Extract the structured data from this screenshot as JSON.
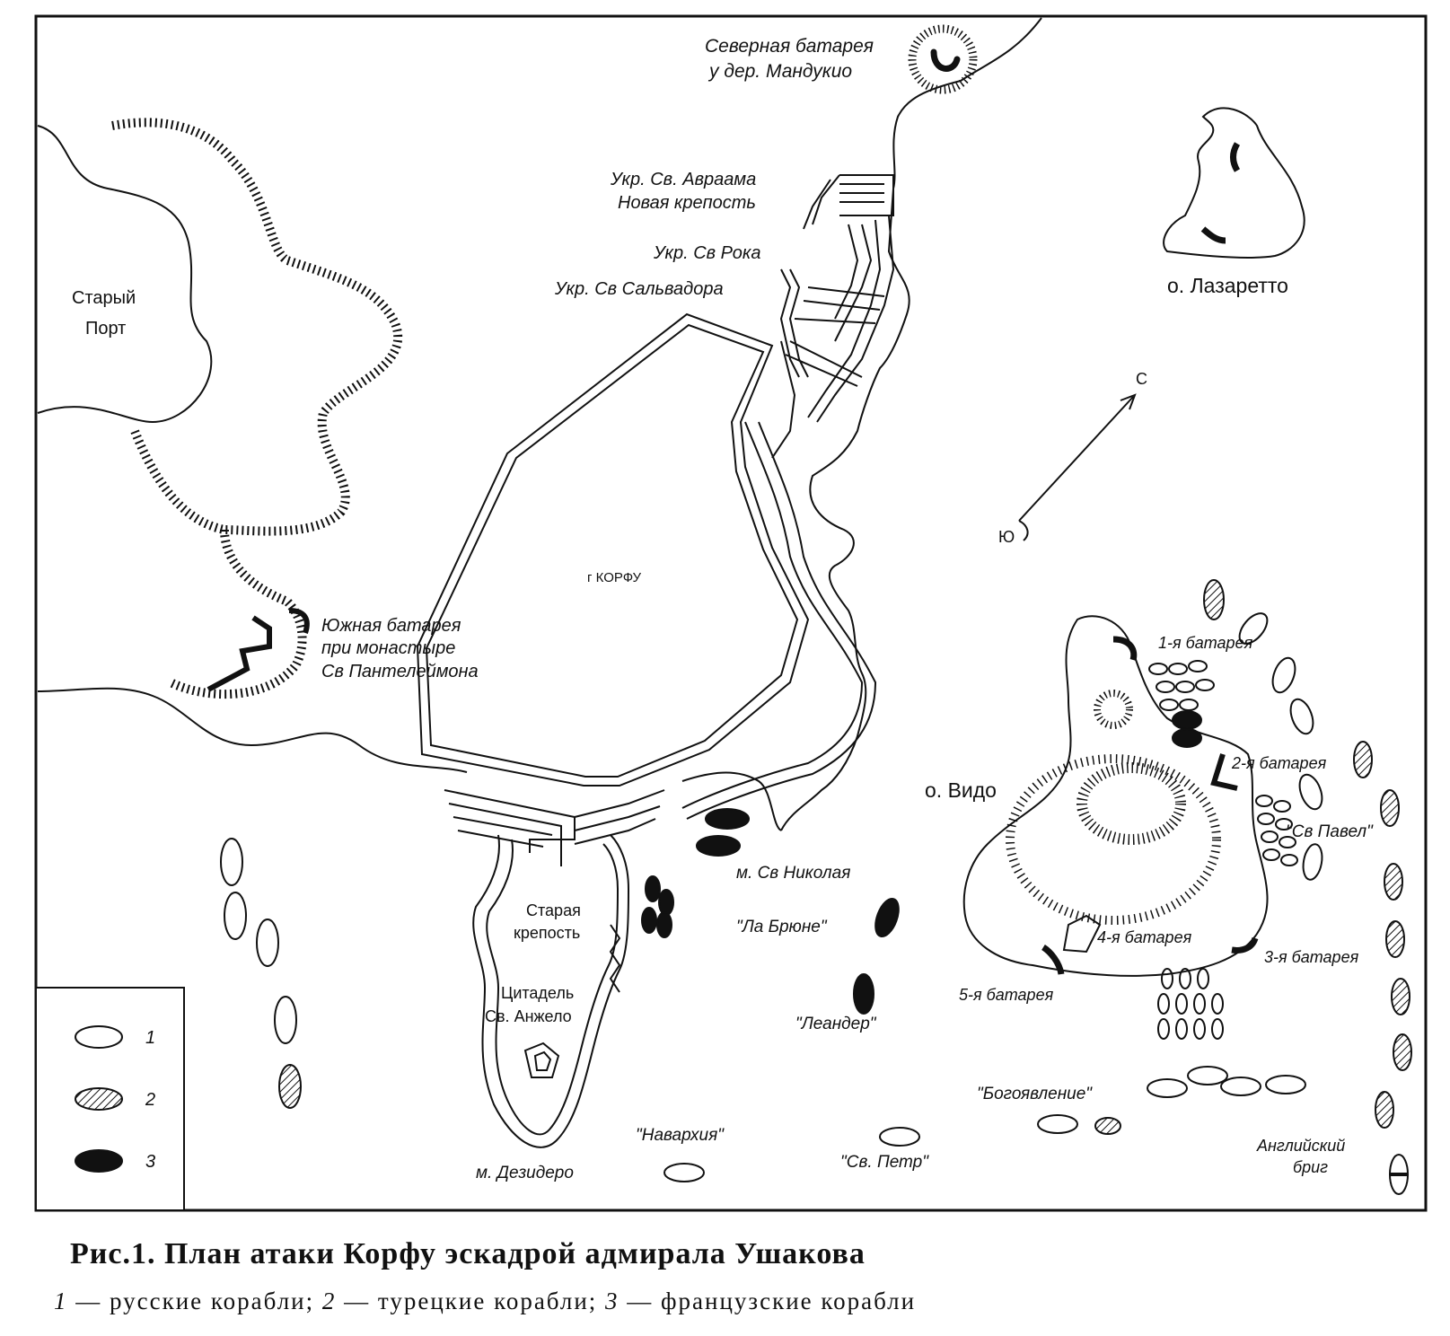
{
  "map": {
    "labels": {
      "north_battery_1": "Северная батарея",
      "north_battery_2": "у дер. Мандукио",
      "st_abraham_1": "Укр. Св. Авраама",
      "st_abraham_2": "Новая крепость",
      "st_rock": "Укр. Св Рока",
      "st_salvador": "Укр. Св Сальвадора",
      "old_port_1": "Старый",
      "old_port_2": "Порт",
      "lazaretto": "о. Лазаретто",
      "city": "г КОРФУ",
      "south_battery_1": "Южная батарея",
      "south_battery_2": "при монастыре",
      "south_battery_3": "Св Пантелеймона",
      "vido": "о. Видо",
      "battery_1": "1-я батарея",
      "battery_2": "2-я батарея",
      "battery_3": "3-я батарея",
      "battery_4": "4-я батарея",
      "battery_5": "5-я батарея",
      "st_pavel": "\"Св Павел\"",
      "cape_st_nicholas": "м. Св Николая",
      "la_brune": "\"Ла Брюне\"",
      "leander": "\"Леандер\"",
      "old_fortress_1": "Старая",
      "old_fortress_2": "крепость",
      "citadel_1": "Цитадель",
      "citadel_2": "Св. Анжело",
      "bogoyavlenie": "\"Богоявление\"",
      "navarkhia": "\"Навархия\"",
      "st_petr": "\"Св. Петр\"",
      "cape_desidero": "м. Дезидеро",
      "english_brig_1": "Английский",
      "english_brig_2": "бриг"
    },
    "compass": {
      "north": "С",
      "south": "Ю"
    },
    "legend": [
      {
        "key": "1",
        "style": "outline"
      },
      {
        "key": "2",
        "style": "hatched"
      },
      {
        "key": "3",
        "style": "solid"
      }
    ]
  },
  "caption": {
    "title": "Рис.1. План атаки Корфу эскадрой адмирала Ушакова",
    "legend_parts": {
      "n1": "1",
      "t1": " — русские корабли; ",
      "n2": "2",
      "t2": " — турецкие корабли; ",
      "n3": "3",
      "t3": " — французские корабли"
    }
  },
  "colors": {
    "ink": "#111111",
    "paper": "#ffffff"
  }
}
